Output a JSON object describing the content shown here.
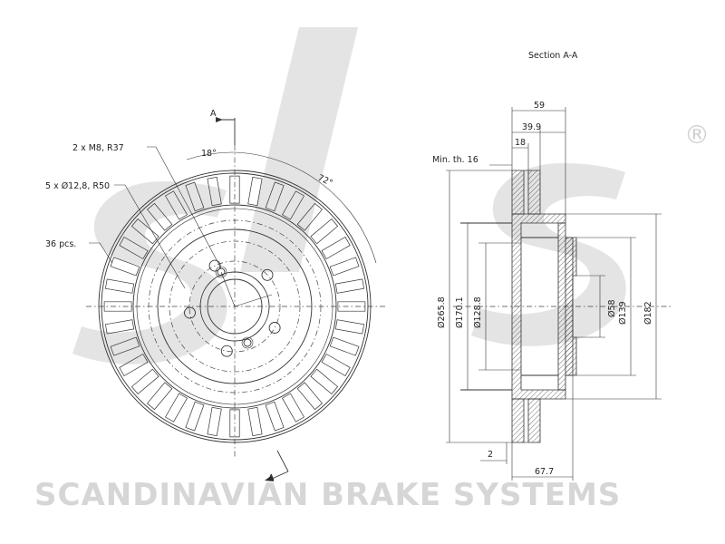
{
  "brand": {
    "watermark_text": "SCANDINAVIAN BRAKE SYSTEMS",
    "registered_mark": "®",
    "watermark_color": "#d6d6d6"
  },
  "front_view": {
    "section_marker_top": "A",
    "section_marker_bottom": "A",
    "thread_label": "2 x M8, R37",
    "hole_label": "5 x Ø12,8, R50",
    "vanes_label": "36 pcs.",
    "angle_small": "18°",
    "angle_large": "72°"
  },
  "section_view": {
    "title": "Section A-A",
    "min_thickness_label": "Min. th. 16",
    "dim_59": "59",
    "dim_39_9": "39.9",
    "dim_18": "18",
    "dim_2": "2",
    "dim_67_7": "67.7",
    "dia_265_8": "Ø265.8",
    "dia_170_1": "Ø170.1",
    "dia_128_8": "Ø128.8",
    "dia_58": "Ø58",
    "dia_139": "Ø139",
    "dia_182": "Ø182"
  }
}
